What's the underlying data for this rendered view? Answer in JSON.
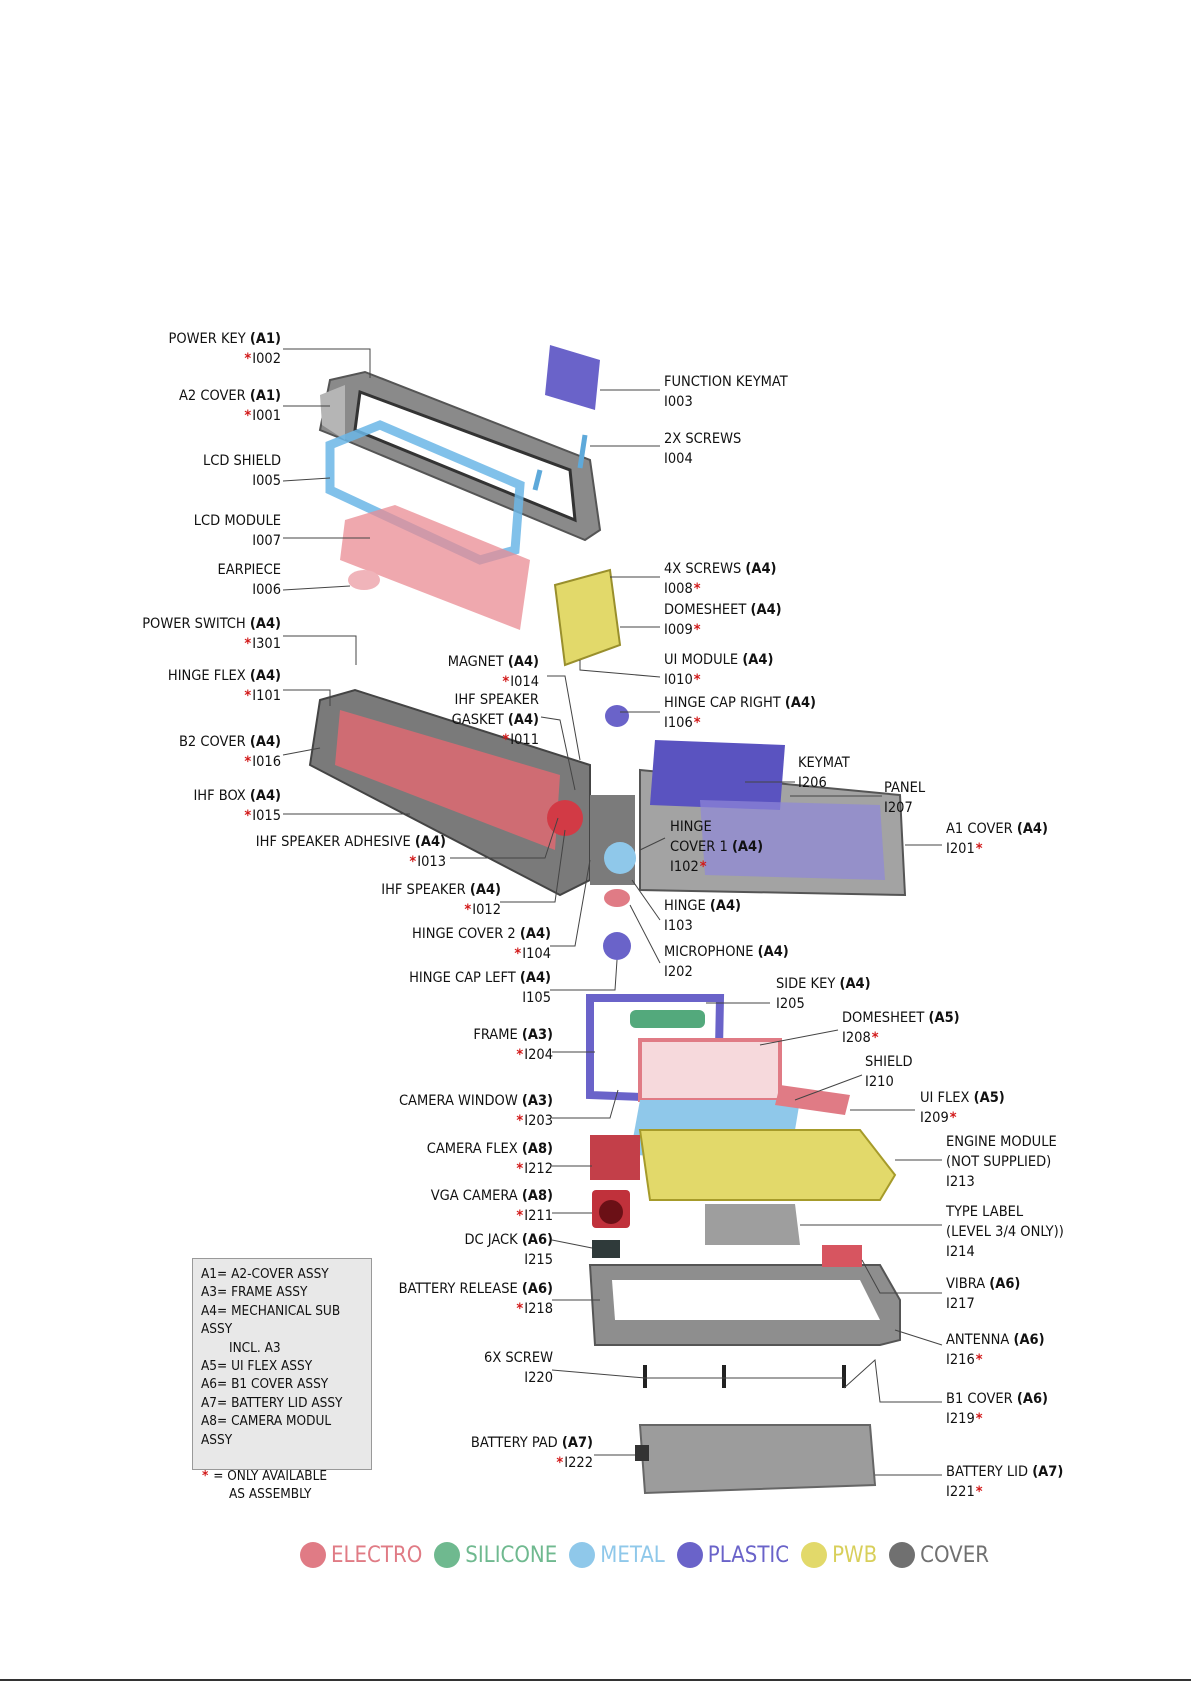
{
  "colors": {
    "electro": "#e07b85",
    "silicone": "#6fb98f",
    "metal": "#8fc8ea",
    "plastic": "#6a63c9",
    "pwb": "#e2d96a",
    "cover": "#707070"
  },
  "labels": {
    "power_key": {
      "name": "POWER KEY",
      "assy": "(A1)",
      "code": "I002"
    },
    "a2_cover": {
      "name": "A2 COVER",
      "assy": "(A1)",
      "code": "I001"
    },
    "lcd_shield": {
      "name": "LCD SHIELD",
      "code": "I005"
    },
    "lcd_module": {
      "name": "LCD MODULE",
      "code": "I007"
    },
    "earpiece": {
      "name": "EARPIECE",
      "code": "I006"
    },
    "power_switch": {
      "name": "POWER SWITCH",
      "assy": "(A4)",
      "code": "I301"
    },
    "hinge_flex": {
      "name": "HINGE FLEX",
      "assy": "(A4)",
      "code": "I101"
    },
    "b2_cover": {
      "name": "B2 COVER",
      "assy": "(A4)",
      "code": "I016"
    },
    "ihf_box": {
      "name": "IHF BOX",
      "assy": "(A4)",
      "code": "I015"
    },
    "ihf_speaker_adhesive": {
      "name": "IHF SPEAKER ADHESIVE",
      "assy": "(A4)",
      "code": "I013"
    },
    "ihf_speaker": {
      "name": "IHF SPEAKER",
      "assy": "(A4)",
      "code": "I012"
    },
    "hinge_cover_2": {
      "name": "HINGE COVER 2",
      "assy": "(A4)",
      "code": "I104"
    },
    "hinge_cap_left": {
      "name": "HINGE CAP LEFT",
      "assy": "(A4)",
      "code": "I105"
    },
    "magnet": {
      "name": "MAGNET",
      "assy": "(A4)",
      "code": "I014"
    },
    "ihf_speaker_gasket": {
      "name1": "IHF SPEAKER",
      "name2": "GASKET",
      "assy": "(A4)",
      "code": "I011"
    },
    "function_keymat": {
      "name": "FUNCTION KEYMAT",
      "code": "I003"
    },
    "screws_2x": {
      "name": "2X SCREWS",
      "code": "I004"
    },
    "screws_4x": {
      "name": "4X SCREWS",
      "assy": "(A4)",
      "code": "I008"
    },
    "domesheet_a4": {
      "name": "DOMESHEET",
      "assy": "(A4)",
      "code": "I009"
    },
    "ui_module": {
      "name": "UI MODULE",
      "assy": "(A4)",
      "code": "I010"
    },
    "hinge_cap_right": {
      "name": "HINGE CAP RIGHT",
      "assy": "(A4)",
      "code": "I106"
    },
    "keymat": {
      "name": "KEYMAT",
      "code": "I206"
    },
    "panel": {
      "name": "PANEL",
      "code": "I207"
    },
    "a1_cover": {
      "name": "A1 COVER",
      "assy": "(A4)",
      "code": "I201"
    },
    "hinge_cover_1": {
      "name1": "HINGE",
      "name2": "COVER 1",
      "assy": "(A4)",
      "code": "I102"
    },
    "hinge": {
      "name": "HINGE",
      "assy": "(A4)",
      "code": "I103"
    },
    "microphone": {
      "name": "MICROPHONE",
      "assy": "(A4)",
      "code": "I202"
    },
    "side_key": {
      "name": "SIDE KEY",
      "assy": "(A4)",
      "code": "I205"
    },
    "domesheet_a5": {
      "name": "DOMESHEET",
      "assy": "(A5)",
      "code": "I208"
    },
    "shield": {
      "name": "SHIELD",
      "code": "I210"
    },
    "ui_flex": {
      "name": "UI FLEX",
      "assy": "(A5)",
      "code": "I209"
    },
    "engine_module": {
      "name1": "ENGINE MODULE",
      "name2": "(NOT SUPPLIED)",
      "code": "I213"
    },
    "type_label": {
      "name1": "TYPE LABEL",
      "name2": "(LEVEL 3/4 ONLY))",
      "code": "I214"
    },
    "vibra": {
      "name": "VIBRA",
      "assy": "(A6)",
      "code": "I217"
    },
    "antenna": {
      "name": "ANTENNA",
      "assy": "(A6)",
      "code": "I216"
    },
    "b1_cover": {
      "name": "B1 COVER",
      "assy": "(A6)",
      "code": "I219"
    },
    "battery_lid": {
      "name": "BATTERY LID",
      "assy": "(A7)",
      "code": "I221"
    },
    "frame": {
      "name": "FRAME",
      "assy": "(A3)",
      "code": "I204"
    },
    "camera_window": {
      "name": "CAMERA WINDOW",
      "assy": "(A3)",
      "code": "I203"
    },
    "camera_flex": {
      "name": "CAMERA FLEX",
      "assy": "(A8)",
      "code": "I212"
    },
    "vga_camera": {
      "name": "VGA CAMERA",
      "assy": "(A8)",
      "code": "I211"
    },
    "dc_jack": {
      "name": "DC JACK",
      "assy": "(A6)",
      "code": "I215"
    },
    "battery_release": {
      "name": "BATTERY RELEASE",
      "assy": "(A6)",
      "code": "I218"
    },
    "screw_6x": {
      "name": "6X SCREW",
      "code": "I220"
    },
    "battery_pad": {
      "name": "BATTERY PAD",
      "assy": "(A7)",
      "code": "I222"
    }
  },
  "legend": {
    "a1": "A1= A2-COVER ASSY",
    "a3": "A3= FRAME ASSY",
    "a4": "A4= MECHANICAL SUB ASSY",
    "a4b": "INCL. A3",
    "a5": "A5= UI FLEX ASSY",
    "a6": "A6= B1 COVER ASSY",
    "a7": "A7= BATTERY LID ASSY",
    "a8": "A8= CAMERA MODUL ASSY",
    "note1": "= ONLY AVAILABLE",
    "note2": "AS ASSEMBLY",
    "star": "*"
  },
  "colorkey": [
    {
      "label": "ELECTRO",
      "color": "#e07b85"
    },
    {
      "label": "SILICONE",
      "color": "#6fb98f"
    },
    {
      "label": "METAL",
      "color": "#8fc8ea"
    },
    {
      "label": "PLASTIC",
      "color": "#6a63c9"
    },
    {
      "label": "PWB",
      "color": "#e2d96a"
    },
    {
      "label": "COVER",
      "color": "#707070"
    }
  ]
}
